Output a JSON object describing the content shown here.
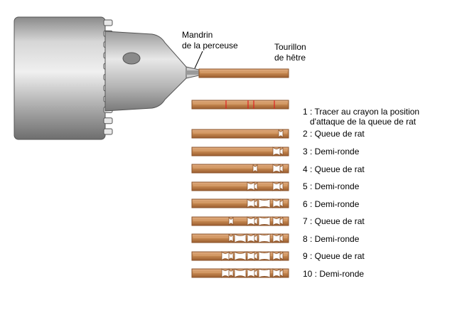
{
  "labels": {
    "chuck_line1": "Mandrin",
    "chuck_line2": "de la perceuse",
    "dowel_line1": "Tourillon",
    "dowel_line2": "de hêtre"
  },
  "steps": [
    {
      "text": "1 : Tracer au crayon la position",
      "text2": "d'attaque de la queue de rat"
    },
    {
      "text": "2 : Queue de rat"
    },
    {
      "text": "3 : Demi-ronde"
    },
    {
      "text": "4 : Queue de rat"
    },
    {
      "text": "5 : Demi-ronde"
    },
    {
      "text": "6 : Demi-ronde"
    },
    {
      "text": "7 : Queue de rat"
    },
    {
      "text": "8 : Demi-ronde"
    },
    {
      "text": "9 : Queue de rat"
    },
    {
      "text": "10 : Demi-ronde"
    }
  ],
  "colors": {
    "wood": "#c98a52",
    "wood_dark": "#8a5228",
    "wood_light": "#e4b486",
    "pencil_mark": "#e02020",
    "chuck_metal": "#b8b8b8"
  },
  "icons": {
    "chuck": "drill-chuck-icon"
  }
}
